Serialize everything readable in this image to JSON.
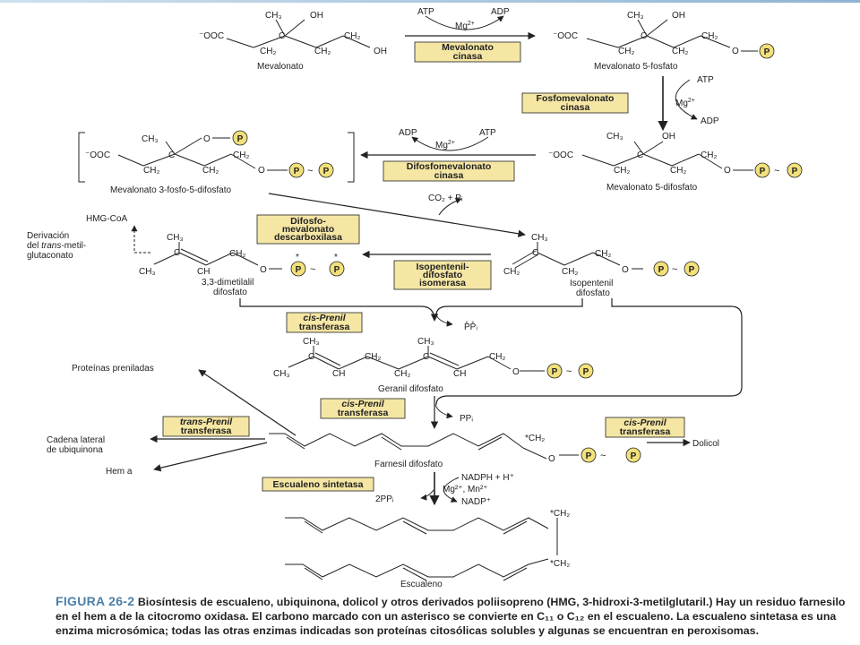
{
  "compounds": {
    "mevalonato": "Mevalonato",
    "mevalonato_5_fosfato": "Mevalonato 5-fosfato",
    "mevalonato_5_difosfato": "Mevalonato 5-difosfato",
    "mevalonato_3_fosfo_5_difosfato": "Mevalonato 3-fosfo-5-difosfato",
    "dimetilalil_l1": "3,3-dimetilalil",
    "dimetilalil_l2": "difosfato",
    "isopentenil_l1": "Isopentenil",
    "isopentenil_l2": "difosfato",
    "geranil": "Geranil difosfato",
    "farnesil": "Farnesil difosfato",
    "escualeno": "Escualeno"
  },
  "enzymes": {
    "mevalonato_cinasa": [
      "Mevalonato",
      "cinasa"
    ],
    "fosfomevalonato_cinasa": [
      "Fosfomevalonato",
      "cinasa"
    ],
    "difosfomevalonato_cinasa": [
      "Difosfomevalonato",
      "cinasa"
    ],
    "difosfomevalonato_descarboxilasa": [
      "Difosfo-",
      "mevalonato",
      "descarboxilasa"
    ],
    "isopentenil_isomerasa": [
      "Isopentenil-",
      "difosfato",
      "isomerasa"
    ],
    "cis_prenil_1": [
      "cis-Prenil",
      "transferasa"
    ],
    "cis_prenil_2": [
      "cis-Prenil",
      "transferasa"
    ],
    "trans_prenil": [
      "trans-Prenil",
      "transferasa"
    ],
    "cis_prenil_3": [
      "cis-Prenil",
      "transferasa"
    ],
    "escualeno_sintetasa": [
      "Escualeno sintetasa"
    ]
  },
  "cofactors": {
    "atp": "ATP",
    "adp": "ADP",
    "mg": "Mg",
    "mg_sup": "2+",
    "co2_pi": "CO₂ + Pᵢ",
    "ppi": "PPᵢ",
    "ppi_star": "P̊P̊ᵢ",
    "nadph": "NADPH + H⁺",
    "mg_mn": "Mg²⁺, Mn²⁺",
    "two_ppi": "2PPᵢ",
    "nadp": "NADP⁺"
  },
  "groups": {
    "ch3": "CH₃",
    "oh": "OH",
    "ch2": "CH₂",
    "ch": "CH",
    "c": "C",
    "o": "O",
    "ooc": "⁻OOC",
    "p": "P",
    "star_ch2": "*CH₂",
    "ch2_star": "CH₂"
  },
  "side_products": {
    "hmg_coa": "HMG-CoA",
    "derivacion_l1": "Derivación",
    "derivacion_l2a": "del ",
    "derivacion_l2b": "trans",
    "derivacion_l2c": "-metil-",
    "derivacion_l3": "glutaconato",
    "proteinas": "Proteínas preniladas",
    "ubiquinona_l1": "Cadena lateral",
    "ubiquinona_l2": "de ubiquinona",
    "hem": "Hem a",
    "dolicol": "Dolicol"
  },
  "caption": {
    "figure_label": "FIGURA 26-2",
    "text": "Biosíntesis de escualeno, ubiquinona, dolicol y otros derivados poliisopreno (HMG, 3-hidroxi-3-metilglutaril.) Hay un residuo farnesilo en el hem a de la citocromo oxidasa. El carbono marcado con un asterisco se convierte en C₁₁ o C₁₂ en el escualeno. La escualeno sintetasa es una enzima microsómica; todas las otras enzimas indicadas son proteínas citosólicas solubles y algunas se encuentran en peroxisomas."
  },
  "colors": {
    "enzyme_box": "#f5e6a4",
    "phosphate_circle": "#f2e07a",
    "figure_label": "#4b7fa8",
    "line": "#222222"
  }
}
